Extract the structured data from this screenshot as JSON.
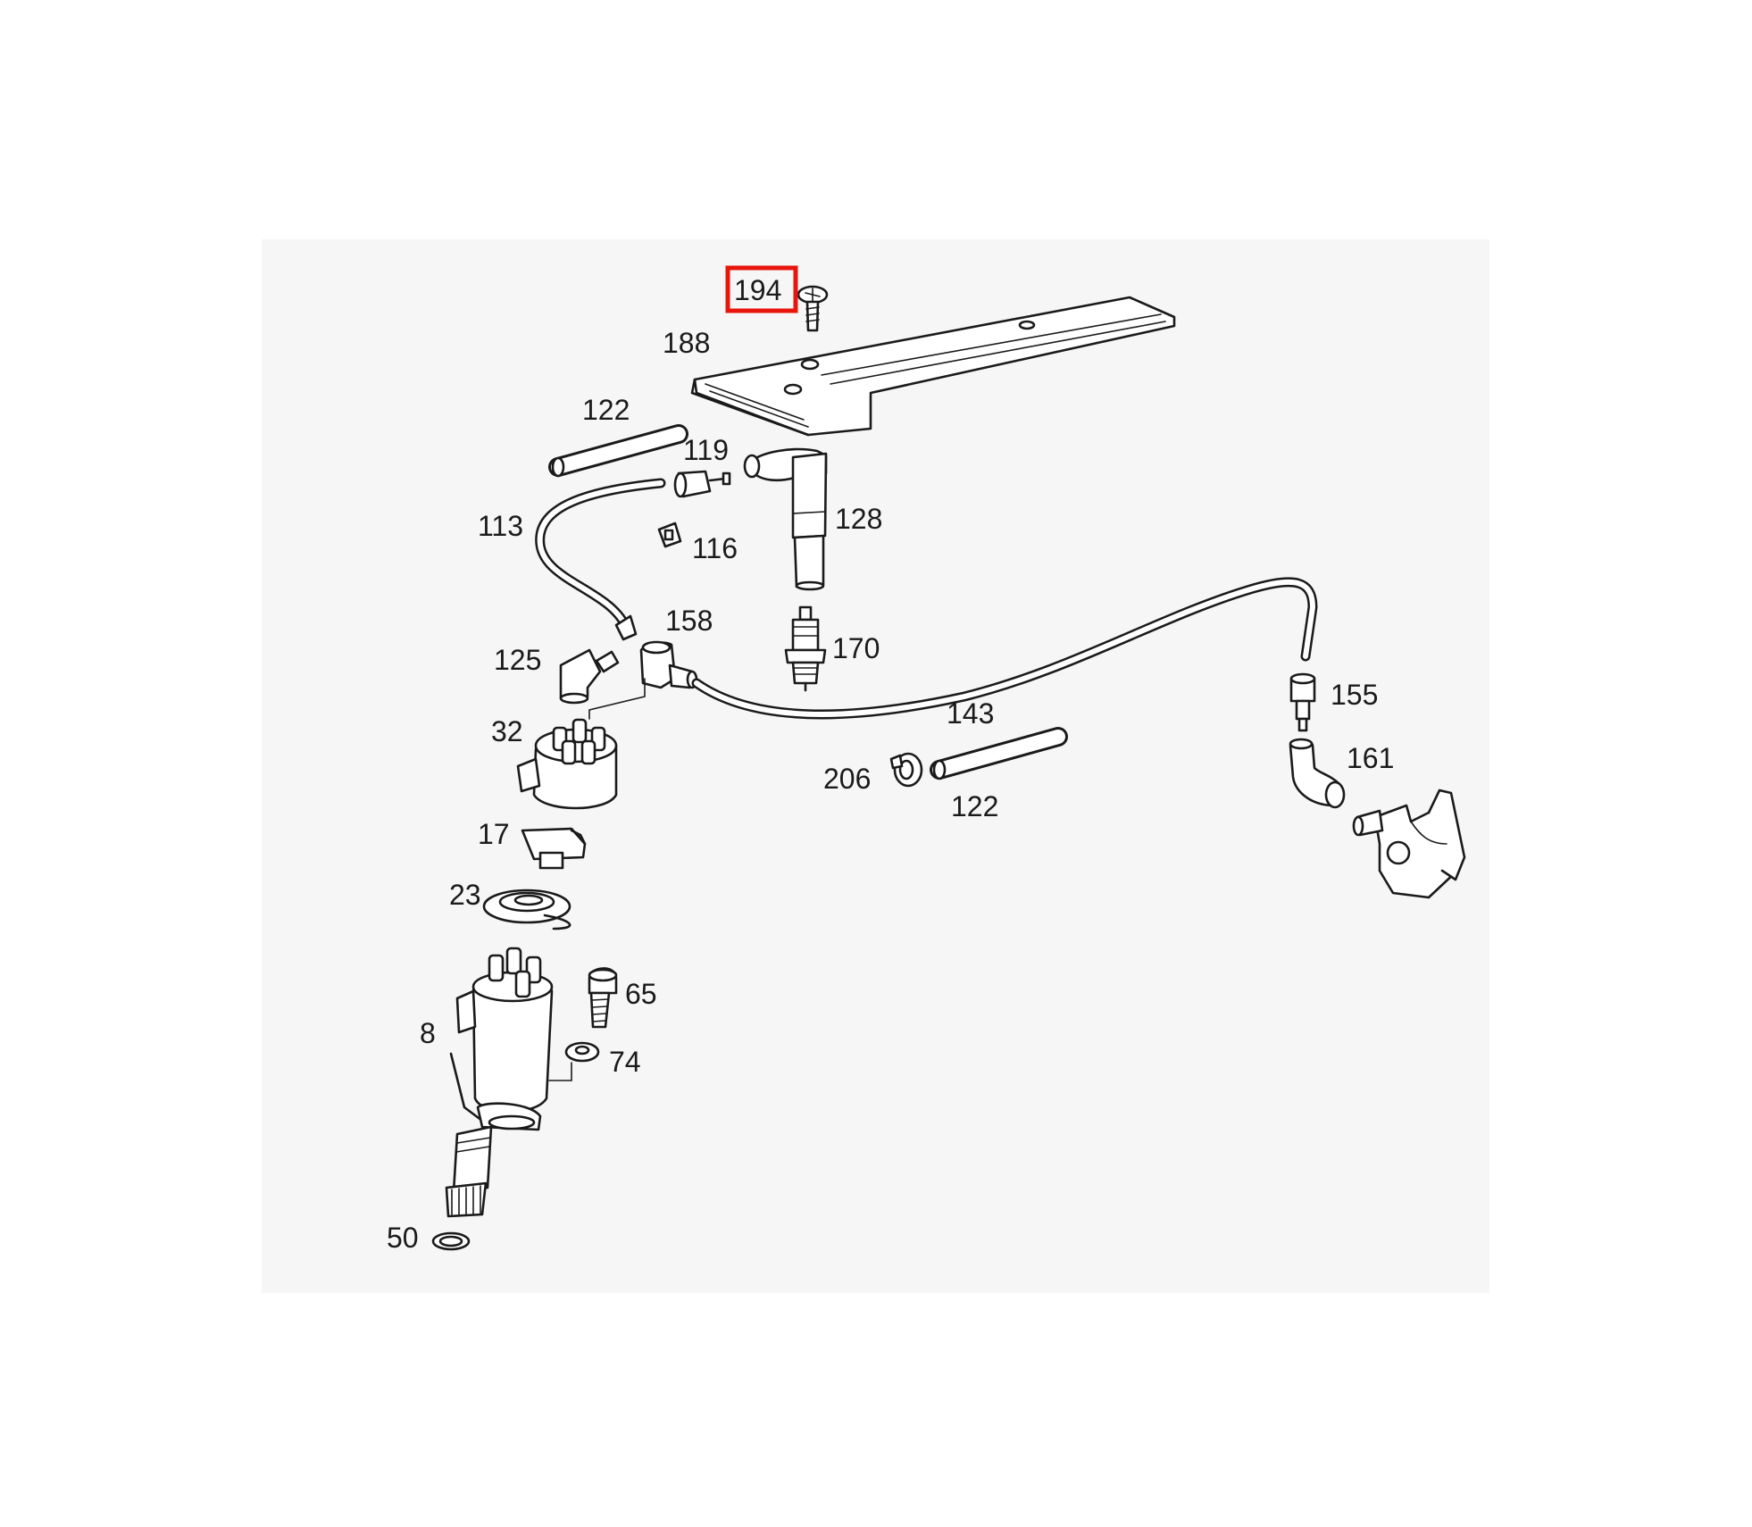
{
  "diagram": {
    "highlight_color": "#e8150c",
    "highlighted_part": "194",
    "callouts": {
      "c194": "194",
      "c188": "188",
      "c122a": "122",
      "c119": "119",
      "c113": "113",
      "c116": "116",
      "c128": "128",
      "c158": "158",
      "c170": "170",
      "c125": "125",
      "c155": "155",
      "c143": "143",
      "c32": "32",
      "c161": "161",
      "c206": "206",
      "c122b": "122",
      "c17": "17",
      "c23": "23",
      "c65": "65",
      "c8": "8",
      "c74": "74",
      "c50": "50"
    }
  }
}
